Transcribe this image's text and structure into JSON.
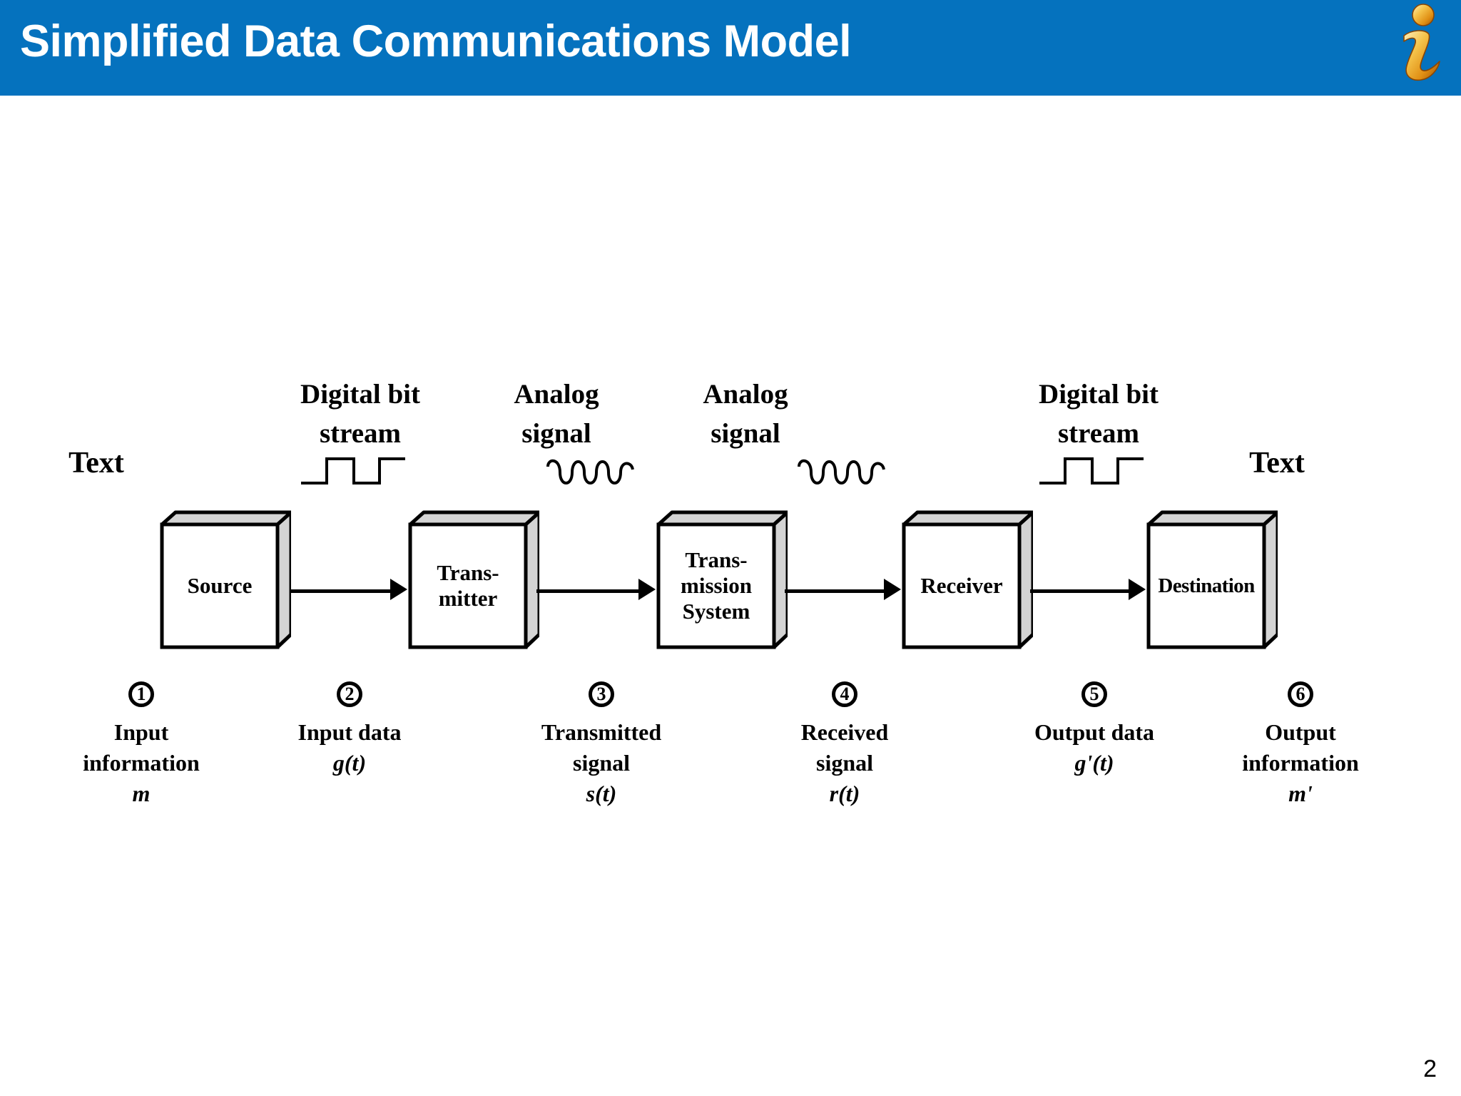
{
  "header": {
    "title": "Simplified Data Communications Model",
    "bar_color": "#0572be",
    "title_color": "#ffffff",
    "logo_icon": "information-i-logo",
    "logo_colors": [
      "#f7d270",
      "#e8941f",
      "#b35c09"
    ]
  },
  "slide": {
    "page_number": "2",
    "background": "#ffffff"
  },
  "diagram": {
    "type": "block-flow",
    "side_labels": [
      {
        "name": "text-left",
        "text": "Text"
      },
      {
        "name": "text-right",
        "text": "Text"
      }
    ],
    "channel_labels": [
      {
        "name": "digital-bit-stream-1",
        "line1": "Digital bit",
        "line2": "stream",
        "waveform": "square-wave-icon"
      },
      {
        "name": "analog-signal-1",
        "line1": "Analog",
        "line2": "signal",
        "waveform": "sine-wave-icon"
      },
      {
        "name": "analog-signal-2",
        "line1": "Analog",
        "line2": "signal",
        "waveform": "sine-wave-icon"
      },
      {
        "name": "digital-bit-stream-2",
        "line1": "Digital bit",
        "line2": "stream",
        "waveform": "square-wave-icon"
      }
    ],
    "blocks": [
      {
        "name": "source-block",
        "label": "Source"
      },
      {
        "name": "transmitter-block",
        "label": "Trans-\nmitter"
      },
      {
        "name": "transmission-system-block",
        "label": "Trans-\nmission\nSystem"
      },
      {
        "name": "receiver-block",
        "label": "Receiver"
      },
      {
        "name": "destination-block",
        "label": "Destination"
      }
    ],
    "markers": [
      {
        "number": "1",
        "line1": "Input",
        "line2": "information",
        "symbol": "m"
      },
      {
        "number": "2",
        "line1": "Input data",
        "line2": "g(t)",
        "symbol": ""
      },
      {
        "number": "3",
        "line1": "Transmitted",
        "line2": "signal",
        "symbol": "s(t)"
      },
      {
        "number": "4",
        "line1": "Received",
        "line2": "signal",
        "symbol": "r(t)"
      },
      {
        "number": "5",
        "line1": "Output data",
        "line2": "g'(t)",
        "symbol": ""
      },
      {
        "number": "6",
        "line1": "Output",
        "line2": "information",
        "symbol": "m'"
      }
    ],
    "arrows": [
      {
        "name": "arrow-source-to-transmitter"
      },
      {
        "name": "arrow-transmitter-to-transmission"
      },
      {
        "name": "arrow-transmission-to-receiver"
      },
      {
        "name": "arrow-receiver-to-destination"
      }
    ]
  }
}
